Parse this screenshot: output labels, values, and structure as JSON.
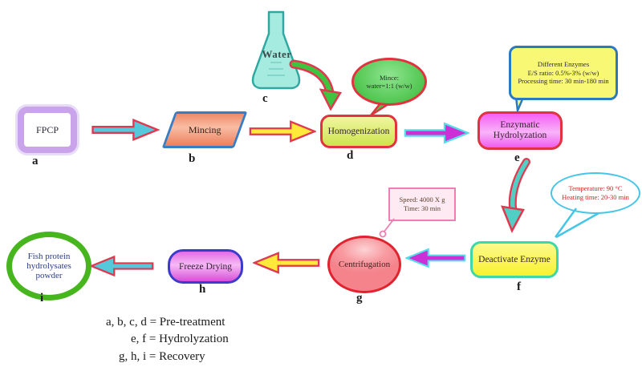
{
  "nodes": {
    "a": {
      "text": "FPCP",
      "label": "a"
    },
    "b": {
      "text": "Mincing",
      "label": "b"
    },
    "c": {
      "text": "Water",
      "label": "c"
    },
    "d": {
      "text": "Homogenization",
      "label": "d"
    },
    "e": {
      "text": "Enzymatic Hydrolyzation",
      "label": "e"
    },
    "f": {
      "text": "Deactivate Enzyme",
      "label": "f"
    },
    "g": {
      "text": "Centrifugation",
      "label": "g"
    },
    "h": {
      "text": "Freeze Drying",
      "label": "h"
    },
    "i": {
      "text": "Fish protein hydrolysates powder",
      "label": "i"
    }
  },
  "callouts": {
    "mince": {
      "line1": "Mince:",
      "line2": "water=1:1 (w/w)"
    },
    "enzyme": {
      "line1": "Different Enzymes",
      "line2": "E/S ratio: 0.5%-3% (w/w)",
      "line3": "Processing time: 30 min-180 min"
    },
    "temperature": {
      "line1": "Temperature: 90 °C",
      "line2": "Heating time: 20-30 min"
    },
    "speed": {
      "line1": "Speed: 4000 X g",
      "line2": "Time: 30 min"
    }
  },
  "legend": {
    "line1": "a, b, c, d = Pre-treatment",
    "line2": "e, f = Hydrolyzation",
    "line3": "g, h, i = Recovery"
  },
  "colors": {
    "arrow_cyan_fill": "#56c8dc",
    "arrow_red_border": "#e0394f",
    "arrow_yellow_fill": "#ffe93a",
    "arrow_magenta_fill": "#cc2fd6",
    "arrow_cyan_border": "#56dce8",
    "green_curved_arrow": "#3fc43f",
    "teal_curved_arrow": "#52cfc4",
    "fpcp_border": "#c9a4ea",
    "mincing_border": "#3a7cc4",
    "homogenization_border": "#e0333f",
    "enzymatic_fill": "#f45ff4",
    "deactivate_border": "#3ed8a8",
    "centrifugation_border": "#e0232f",
    "freeze_border": "#3c3ccc",
    "fish_border": "#46b51e",
    "flask_fill": "#a6ebdf",
    "enzyme_callout_fill": "#f9f874",
    "enzyme_callout_border": "#2a7ac2",
    "temp_bubble_border": "#46c6e6",
    "speed_callout_border": "#f07eb2"
  }
}
